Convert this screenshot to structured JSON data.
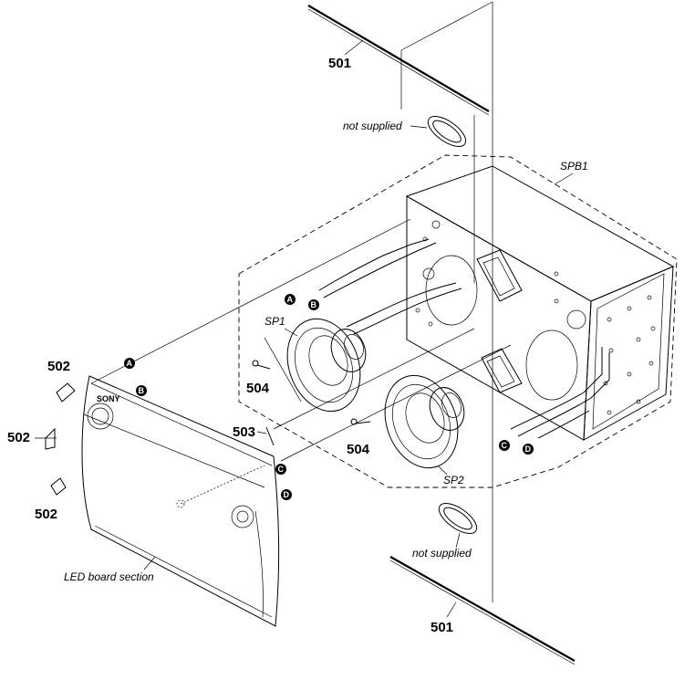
{
  "labels": {
    "part_501_top": "501",
    "part_501_bottom": "501",
    "part_502_a": "502",
    "part_502_b": "502",
    "part_502_c": "502",
    "part_503": "503",
    "part_504_a": "504",
    "part_504_b": "504",
    "not_supplied_top": "not supplied",
    "not_supplied_bottom": "not supplied",
    "spb1": "SPB1",
    "sp1": "SP1",
    "sp2": "SP2",
    "led_board": "LED board section",
    "brand": "SONY"
  },
  "markers": {
    "A": "A",
    "B": "B",
    "C": "C",
    "D": "D"
  }
}
